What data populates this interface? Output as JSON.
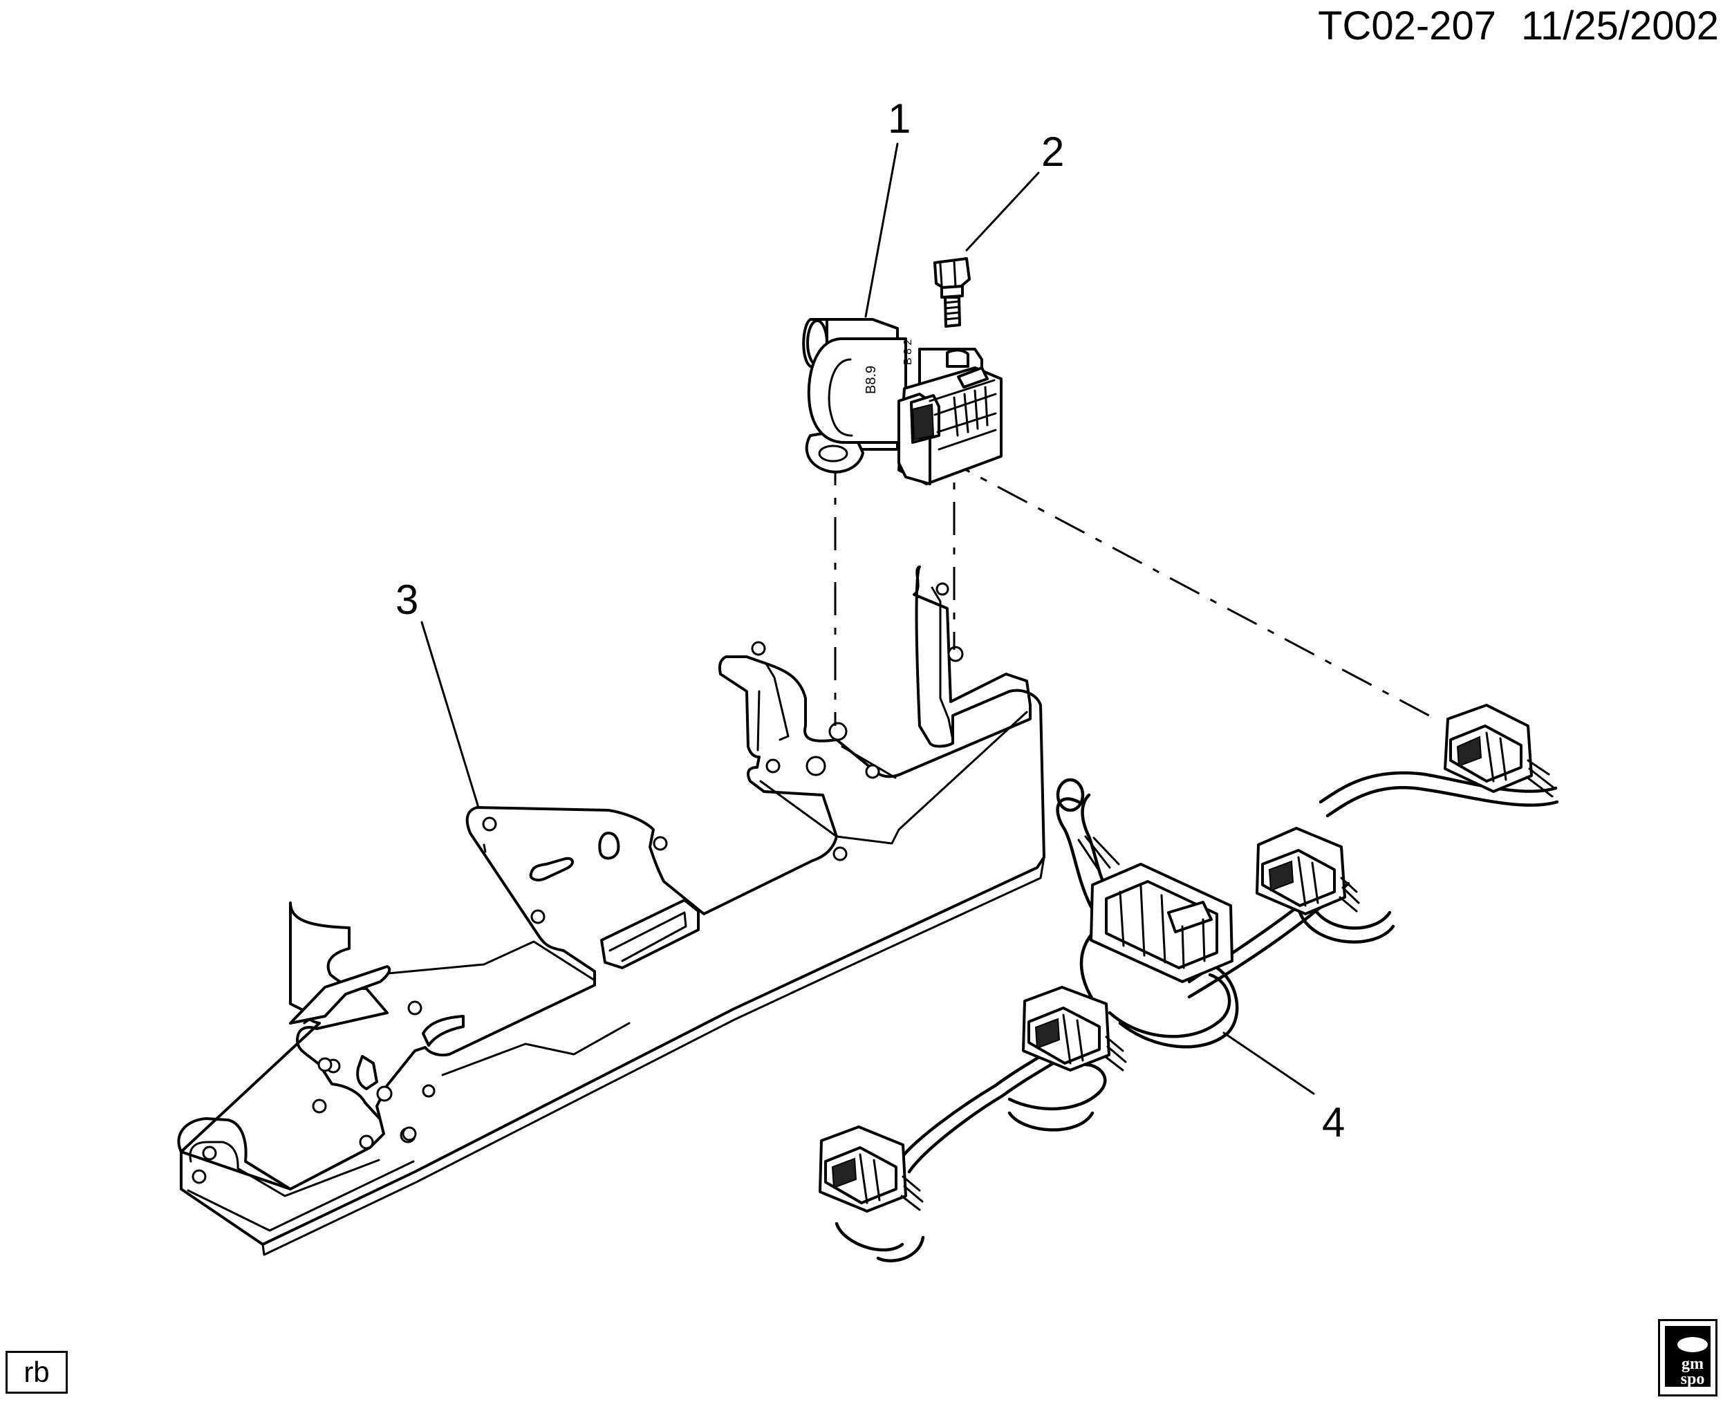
{
  "header": {
    "figure_code": "TC02-207",
    "date": "11/25/2002"
  },
  "callouts": [
    {
      "number": "1",
      "part": "solenoid"
    },
    {
      "number": "2",
      "part": "bolt"
    },
    {
      "number": "3",
      "part": "bracket"
    },
    {
      "number": "4",
      "part": "wiring-harness"
    }
  ],
  "footer": {
    "initials": "rb",
    "logo_text_line1": "gm",
    "logo_text_line2": "spo"
  }
}
